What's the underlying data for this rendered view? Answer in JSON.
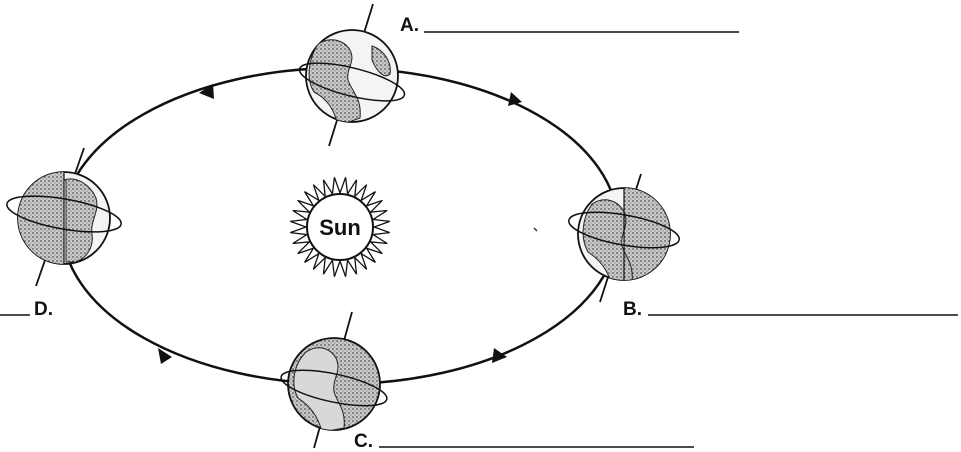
{
  "diagram": {
    "sun_label": "Sun",
    "positions": [
      {
        "id": "A",
        "label": "A."
      },
      {
        "id": "B",
        "label": "B."
      },
      {
        "id": "C",
        "label": "C."
      },
      {
        "id": "D",
        "label": "D."
      }
    ]
  }
}
